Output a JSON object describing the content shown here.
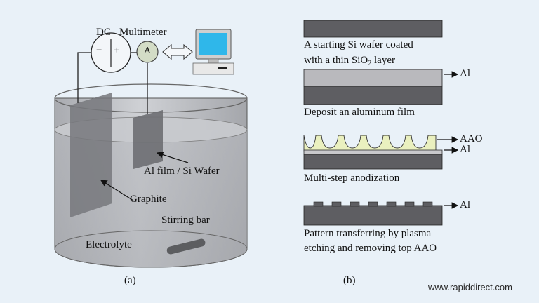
{
  "panel_a": {
    "dc_label": "DC",
    "minus": "−",
    "plus": "+",
    "multimeter_label": "Multimeter",
    "ammeter_symbol": "A",
    "al_label": "Al film / Si Wafer",
    "graphite_label": "Graphite",
    "stirring_label": "Stirring bar",
    "electrolyte_label": "Electrolyte",
    "caption": "(a)"
  },
  "panel_b": {
    "step1_line1": "A starting Si wafer coated",
    "step1_line2_prefix": "with a thin SiO",
    "step1_line2_sub": "2",
    "step1_line2_suffix": " layer",
    "step2_text": "Deposit an aluminum film",
    "step2_layer": "Al",
    "step3_text": "Multi-step anodization",
    "step3_layer_top": "AAO",
    "step3_layer_bottom": "Al",
    "step4_line1": "Pattern transferring by plasma",
    "step4_line2": "etching and removing top AAO",
    "step4_layer": "Al",
    "caption": "(b)"
  },
  "watermark": "www.rapiddirect.com",
  "colors": {
    "background": "#e9f1f8",
    "si_wafer": "#5e5e62",
    "al_film": "#b9b9bd",
    "aao": "#eaf0bf",
    "beaker": "#c6c8cc",
    "monitor_screen": "#2fb7ea"
  }
}
